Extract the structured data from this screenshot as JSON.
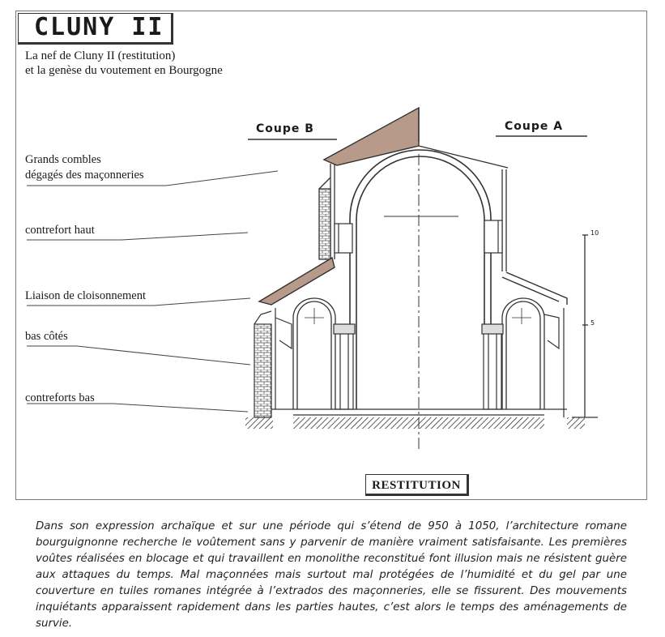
{
  "title": "CLUNY II",
  "subtitle_line1": "La nef de Cluny II (restitution)",
  "subtitle_line2": "et la genèse du voutement en Bourgogne",
  "coupe_b": "Coupe B",
  "coupe_a": "Coupe A",
  "labels": {
    "grands_combles_1": "Grands combles",
    "grands_combles_2": "dégagés des maçonneries",
    "contrefort_haut": "contrefort haut",
    "liaison": "Liaison de cloisonnement",
    "bas_cotes": "bas côtés",
    "contreforts_bas": "contreforts bas"
  },
  "scale": {
    "top": "10",
    "mid": "5"
  },
  "restitution": "RESTITUTION",
  "caption": "Dans son expression archaïque et sur une période qui s’étend de 950 à 1050, l’architecture romane bourguignonne recherche le voûtement sans y parvenir de manière vraiment satisfaisante. Les premières voûtes réalisées en blocage et qui travaillent en monolithe reconstitué font illusion mais ne résistent guère aux attaques du temps. Mal maçonnées mais surtout mal protégées de l’humidité et du gel par une couverture en tuiles romanes intégrée à l’extrados des maçonneries, elle se fissurent. Des mouvements inquiétants apparaissent rapidement dans les parties hautes, c’est alors le temps des aménagements de survie."
}
